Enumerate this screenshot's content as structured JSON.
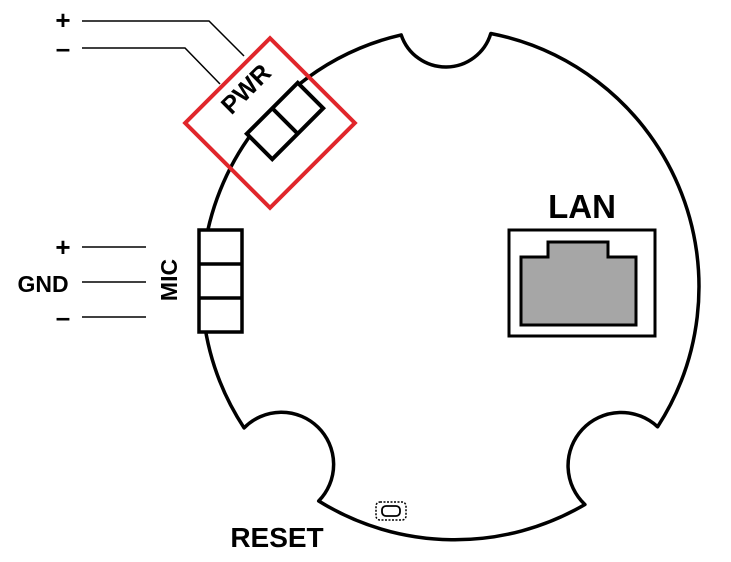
{
  "labels": {
    "pwr": "PWR",
    "pwr_plus": "+",
    "pwr_minus": "–",
    "lan": "LAN",
    "mic": "MIC",
    "mic_plus": "+",
    "mic_gnd": "GND",
    "mic_minus": "–",
    "reset": "RESET"
  },
  "colors": {
    "highlight": "#e0262b",
    "outline": "#000000",
    "jack_fill": "#a6a6a6",
    "board": "#ffffff"
  }
}
